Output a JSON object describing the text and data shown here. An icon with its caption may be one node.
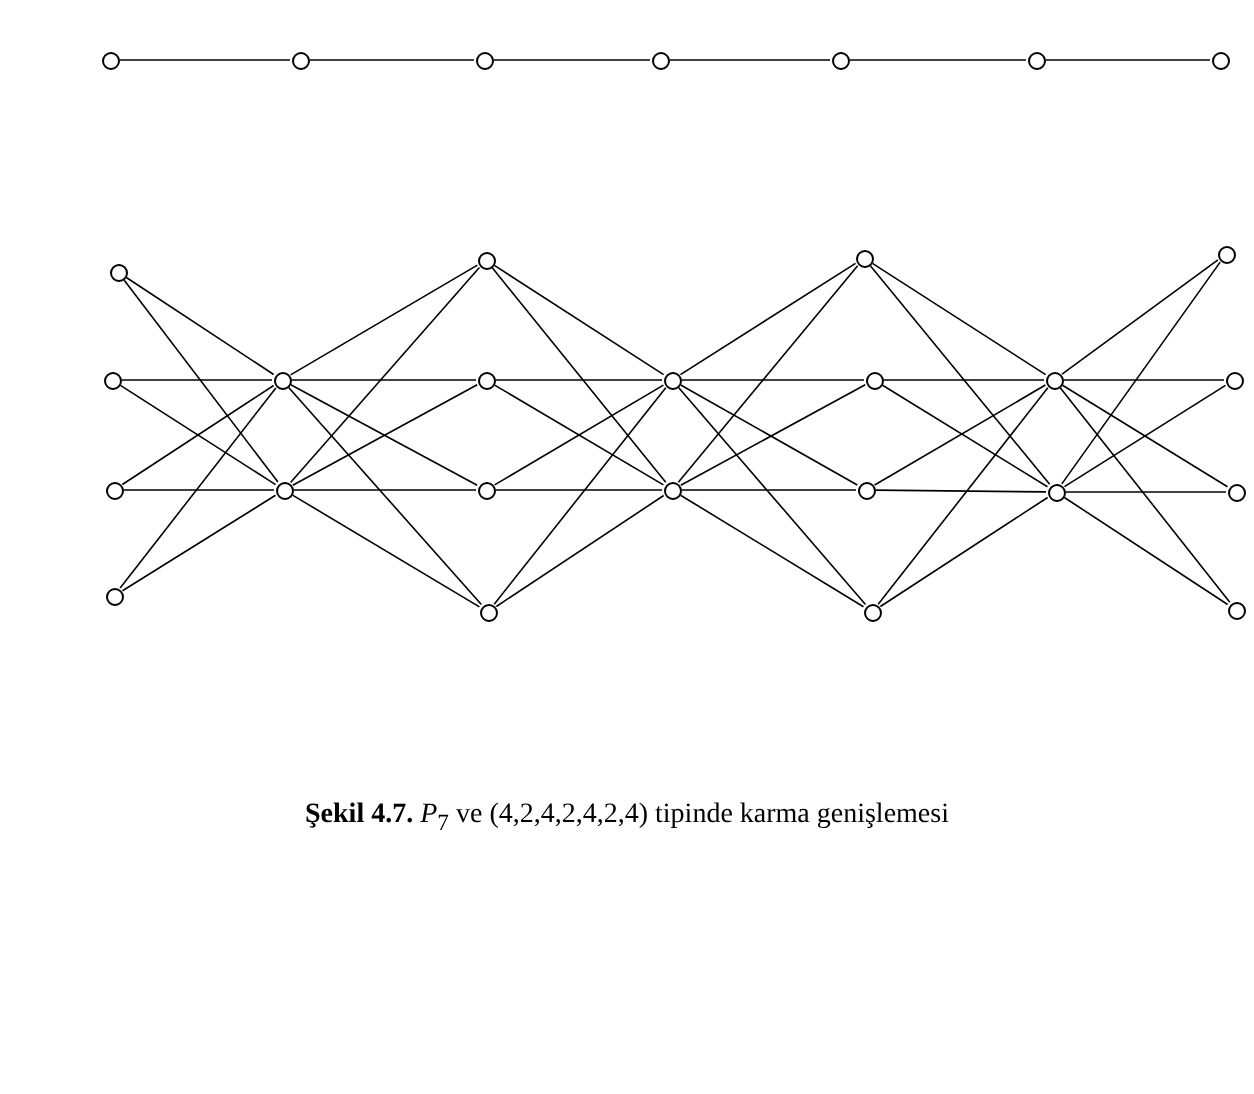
{
  "diagram": {
    "caption": "**Şekil 4.7.** *P*$_{7}$ ve  (4,2,4,2,4,2,4) tipinde karma genişlemesi",
    "nodes": [
      {
        "text": [],
        "shape": "circle"
      },
      {
        "text": [],
        "shape": "circle"
      },
      {
        "text": [],
        "shape": "circle"
      },
      {
        "text": [],
        "shape": "circle"
      },
      {
        "text": [],
        "shape": "circle"
      },
      {
        "text": [],
        "shape": "circle"
      },
      {
        "text": [],
        "shape": "circle"
      },
      {
        "text": [],
        "shape": "circle"
      },
      {
        "text": [],
        "shape": "circle"
      },
      {
        "text": [],
        "shape": "circle"
      },
      {
        "text": [],
        "shape": "circle"
      },
      {
        "text": [],
        "shape": "circle"
      },
      {
        "text": [],
        "shape": "circle"
      },
      {
        "text": [],
        "shape": "circle"
      },
      {
        "text": [],
        "shape": "circle"
      },
      {
        "text": [],
        "shape": "circle"
      },
      {
        "text": [],
        "shape": "circle"
      },
      {
        "text": [],
        "shape": "circle"
      },
      {
        "text": [],
        "shape": "circle"
      },
      {
        "text": [],
        "shape": "circle"
      },
      {
        "text": [],
        "shape": "circle"
      },
      {
        "text": [],
        "shape": "circle"
      },
      {
        "text": [],
        "shape": "circle"
      },
      {
        "text": [],
        "shape": "circle"
      },
      {
        "text": [],
        "shape": "circle"
      },
      {
        "text": [],
        "shape": "circle"
      },
      {
        "text": [],
        "shape": "circle"
      },
      {
        "text": [],
        "shape": "circle"
      },
      {
        "text": [],
        "shape": "circle"
      }
    ],
    "edges": [
      {
        "from": 0,
        "to": 1,
        "arrow": "none"
      },
      {
        "from": 1,
        "to": 2,
        "arrow": "none"
      },
      {
        "from": 2,
        "to": 3,
        "arrow": "none"
      },
      {
        "from": 3,
        "to": 4,
        "arrow": "none"
      },
      {
        "from": 4,
        "to": 5,
        "arrow": "none"
      },
      {
        "from": 5,
        "to": 6,
        "arrow": "none"
      },
      {
        "from": 7,
        "to": 11,
        "arrow": "none"
      },
      {
        "from": 7,
        "to": 12,
        "arrow": "none"
      },
      {
        "from": 8,
        "to": 11,
        "arrow": "none"
      },
      {
        "from": 8,
        "to": 12,
        "arrow": "none"
      },
      {
        "from": 9,
        "to": 11,
        "arrow": "none"
      },
      {
        "from": 9,
        "to": 12,
        "arrow": "none"
      },
      {
        "from": 10,
        "to": 11,
        "arrow": "none"
      },
      {
        "from": 10,
        "to": 12,
        "arrow": "none"
      },
      {
        "from": 11,
        "to": 13,
        "arrow": "none"
      },
      {
        "from": 11,
        "to": 14,
        "arrow": "none"
      },
      {
        "from": 11,
        "to": 15,
        "arrow": "none"
      },
      {
        "from": 11,
        "to": 16,
        "arrow": "none"
      },
      {
        "from": 12,
        "to": 13,
        "arrow": "none"
      },
      {
        "from": 12,
        "to": 14,
        "arrow": "none"
      },
      {
        "from": 12,
        "to": 15,
        "arrow": "none"
      },
      {
        "from": 12,
        "to": 16,
        "arrow": "none"
      },
      {
        "from": 13,
        "to": 17,
        "arrow": "none"
      },
      {
        "from": 13,
        "to": 18,
        "arrow": "none"
      },
      {
        "from": 14,
        "to": 17,
        "arrow": "none"
      },
      {
        "from": 14,
        "to": 18,
        "arrow": "none"
      },
      {
        "from": 15,
        "to": 17,
        "arrow": "none"
      },
      {
        "from": 15,
        "to": 18,
        "arrow": "none"
      },
      {
        "from": 16,
        "to": 17,
        "arrow": "none"
      },
      {
        "from": 16,
        "to": 18,
        "arrow": "none"
      },
      {
        "from": 17,
        "to": 19,
        "arrow": "none"
      },
      {
        "from": 17,
        "to": 20,
        "arrow": "none"
      },
      {
        "from": 17,
        "to": 21,
        "arrow": "none"
      },
      {
        "from": 17,
        "to": 22,
        "arrow": "none"
      },
      {
        "from": 18,
        "to": 19,
        "arrow": "none"
      },
      {
        "from": 18,
        "to": 20,
        "arrow": "none"
      },
      {
        "from": 18,
        "to": 21,
        "arrow": "none"
      },
      {
        "from": 18,
        "to": 22,
        "arrow": "none"
      },
      {
        "from": 19,
        "to": 23,
        "arrow": "none"
      },
      {
        "from": 19,
        "to": 24,
        "arrow": "none"
      },
      {
        "from": 20,
        "to": 23,
        "arrow": "none"
      },
      {
        "from": 20,
        "to": 24,
        "arrow": "none"
      },
      {
        "from": 21,
        "to": 23,
        "arrow": "none"
      },
      {
        "from": 21,
        "to": 24,
        "arrow": "none"
      },
      {
        "from": 22,
        "to": 23,
        "arrow": "none"
      },
      {
        "from": 22,
        "to": 24,
        "arrow": "none"
      },
      {
        "from": 23,
        "to": 25,
        "arrow": "none"
      },
      {
        "from": 23,
        "to": 26,
        "arrow": "none"
      },
      {
        "from": 23,
        "to": 27,
        "arrow": "none"
      },
      {
        "from": 23,
        "to": 28,
        "arrow": "none"
      },
      {
        "from": 24,
        "to": 25,
        "arrow": "none"
      },
      {
        "from": 24,
        "to": 26,
        "arrow": "none"
      },
      {
        "from": 24,
        "to": 27,
        "arrow": "none"
      },
      {
        "from": 24,
        "to": 28,
        "arrow": "none"
      }
    ]
  }
}
